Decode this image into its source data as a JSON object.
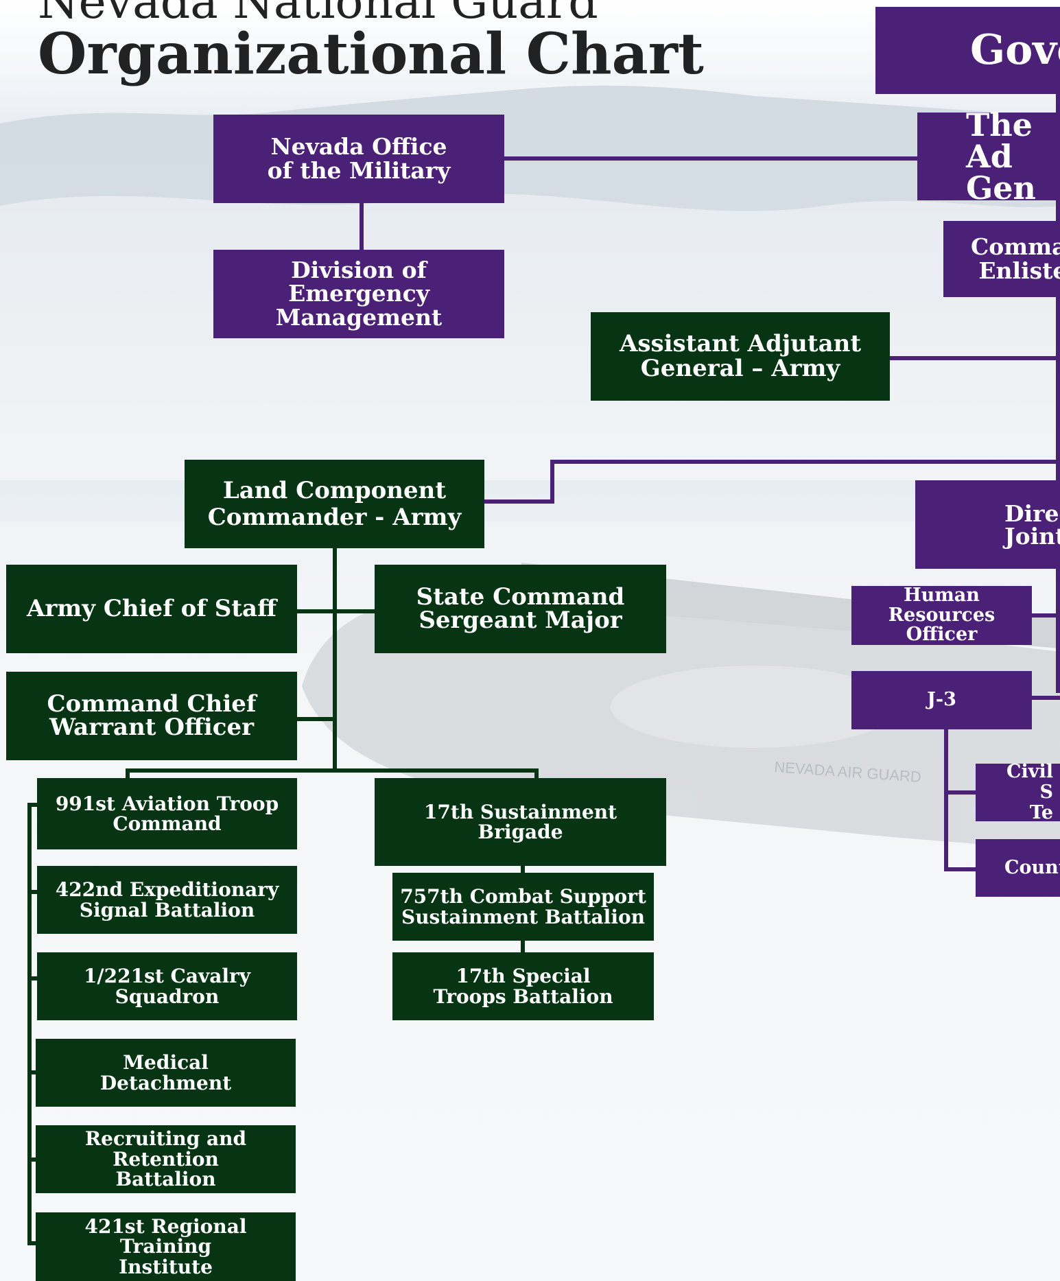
{
  "title": {
    "line1": "Nevada National Guard",
    "line2": "Organizational Chart"
  },
  "colors": {
    "state_purple": "#4b2177",
    "army_green": "#073413",
    "connector_purple": "#4b2177",
    "connector_green": "#073413"
  },
  "nodes": {
    "governor": "Gove",
    "adjutant_general": "The Ad\nGen",
    "nevada_office_military": "Nevada Office\nof the Military",
    "emergency_management": "Division of Emergency\nManagement",
    "command_enlisted": "Comman\nEnlisted",
    "assistant_ag_army": "Assistant Adjutant\nGeneral – Army",
    "director_joint": "Direc\nJoint",
    "land_component_commander": "Land Component\nCommander - Army",
    "army_chief_of_staff": "Army Chief of Staff",
    "state_command_sergeant_major": "State Command\nSergeant Major",
    "human_resources_officer": "Human Resources\nOfficer",
    "command_chief_warrant_officer": "Command Chief\nWarrant Officer",
    "j3": "J-3",
    "civil_support_team": "Civil S\nTe",
    "counter": "Count",
    "aviation_troop_command": "991st Aviation Troop\nCommand",
    "sustainment_brigade": "17th Sustainment\nBrigade",
    "signal_battalion": "422nd Expeditionary\nSignal Battalion",
    "combat_support_sustainment": "757th Combat Support\nSustainment Battalion",
    "cavalry_squadron": "1/221st Cavalry\nSquadron",
    "special_troops_battalion": "17th Special\nTroops Battalion",
    "medical_detachment": "Medical\nDetachment",
    "recruiting_retention": "Recruiting and Retention\nBattalion",
    "regional_training_institute": "421st Regional Training\nInstitute"
  },
  "background": {
    "aircraft_marking": "NEVADA AIR GUARD"
  }
}
